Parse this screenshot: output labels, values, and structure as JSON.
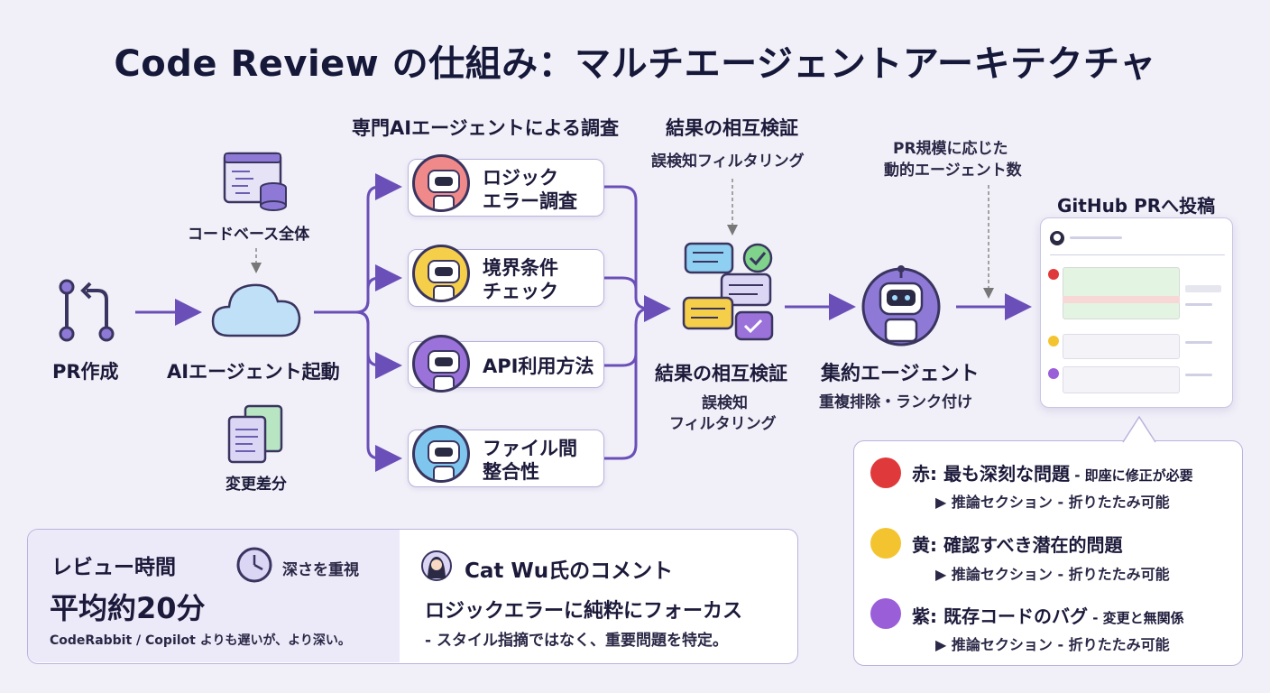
{
  "title": "Code Review の仕組み：マルチエージェントアーキテクチャ",
  "left": {
    "codebase_label": "コードベース全体",
    "diff_label": "変更差分",
    "pr_label": "PR作成",
    "ai_start_label": "AIエージェント起動"
  },
  "agents_header": "専門AIエージェントによる調査",
  "agents": [
    {
      "label": "ロジック\nエラー調査",
      "color": "#f08a8a"
    },
    {
      "label": "境界条件\nチェック",
      "color": "#f5cf4a"
    },
    {
      "label": "API利用方法",
      "color": "#9b72d9"
    },
    {
      "label": "ファイル間\n整合性",
      "color": "#7fc6ef"
    }
  ],
  "cross": {
    "header": "結果の相互検証",
    "header_sub": "誤検知フィルタリング",
    "title": "結果の相互検証",
    "sub1": "誤検知",
    "sub2": "フィルタリング"
  },
  "aggregator": {
    "top_note_1": "PR規模に応じた",
    "top_note_2": "動的エージェント数",
    "title": "集約エージェント",
    "sub": "重複排除・ランク付け"
  },
  "github_label": "GitHub PRへ投稿",
  "legend": [
    {
      "color": "#e0393b",
      "title": "赤: 最も深刻な問題",
      "note": " - 即座に修正が必要",
      "sub": "▶ 推論セクション - 折りたたみ可能"
    },
    {
      "color": "#f4c430",
      "title": "黄: 確認すべき潜在的問題",
      "note": "",
      "sub": "▶ 推論セクション - 折りたたみ可能"
    },
    {
      "color": "#9a5ed8",
      "title": "紫: 既存コードのバグ",
      "note": " - 変更と無関係",
      "sub": "▶ 推論セクション - 折りたたみ可能"
    }
  ],
  "review_time": {
    "heading": "レビュー時間",
    "depth_label": "深さを重視",
    "avg": "平均約20分",
    "compare": "CodeRabbit / Copilot よりも遅いが、より深い。"
  },
  "comment": {
    "heading": "Cat Wu氏のコメント",
    "line1": "ロジックエラーに純粋にフォーカス",
    "line2": "- スタイル指摘ではなく、重要問題を特定。"
  }
}
